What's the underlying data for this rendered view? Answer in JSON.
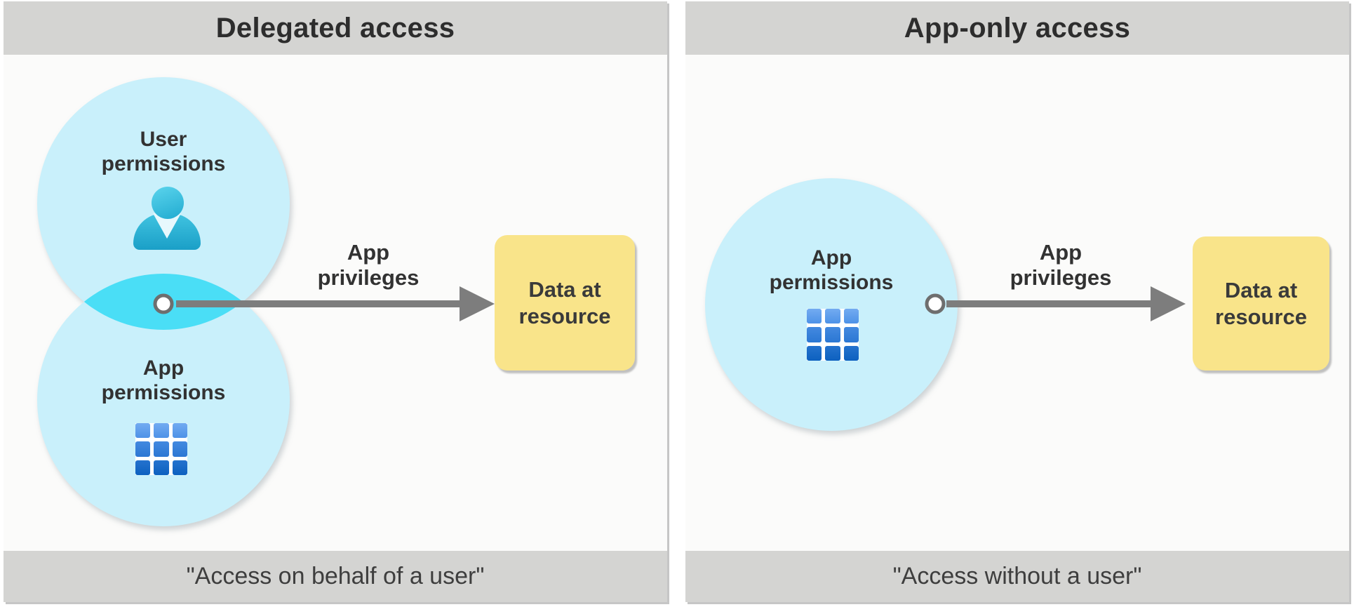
{
  "panels": [
    {
      "title": "Delegated access",
      "caption": "\"Access on behalf of a user\"",
      "circles": [
        {
          "label": "User permissions",
          "icon": "person-icon"
        },
        {
          "label": "App permissions",
          "icon": "app-grid-icon"
        }
      ],
      "overlap": "intersection-of-user-and-app-permissions",
      "arrow_label": "App privileges",
      "target_label": "Data at resource"
    },
    {
      "title": "App-only access",
      "caption": "\"Access without a user\"",
      "circles": [
        {
          "label": "App permissions",
          "icon": "app-grid-icon"
        }
      ],
      "arrow_label": "App privileges",
      "target_label": "Data at resource"
    }
  ],
  "colors": {
    "bar_gray": "#d4d4d2",
    "panel_background": "#fbfbfa",
    "circle_fill": "#c9f0fb",
    "overlap_fill": "#4adef6",
    "arrow_gray": "#7d7d7d",
    "data_box_yellow": "#f9e48a",
    "person_cyan": "#29b4d6",
    "grid_blue": "#1668c2",
    "label_text": "#323232"
  }
}
